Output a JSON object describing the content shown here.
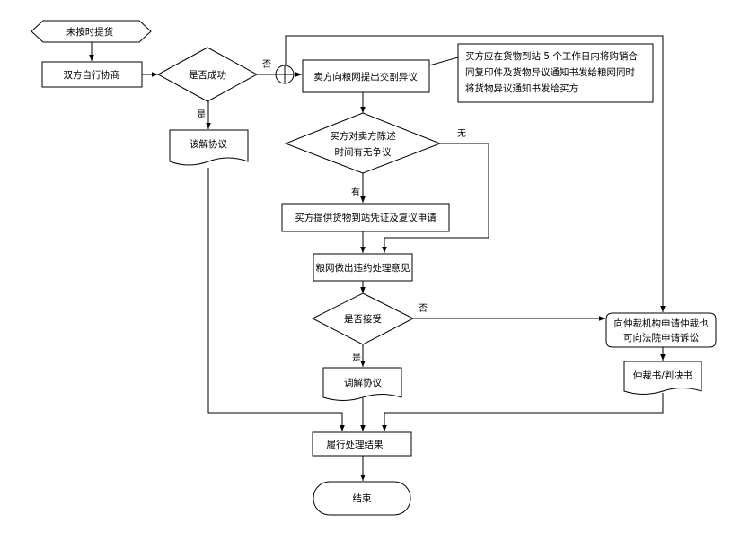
{
  "nodes": {
    "start": "未按时提货",
    "negotiate": "双方自行协商",
    "decision_success": "是否成功",
    "doc_dissolve": "该解协议",
    "buyer_dispute": "卖方向粮网提出交割异议",
    "note_lines": [
      "买方应在货物到站 5 个工作日内将购销合",
      "同复印件及货物异议通知书发给粮网同时",
      "将货物异议通知书发给买方"
    ],
    "decision_dispute_lines": [
      "买方对卖方陈述",
      "时间有无争议"
    ],
    "provide_docs": "买方提供货物到站凭证及复议申请",
    "handling": "粮网做出违约处理意见",
    "decision_accept": "是否接受",
    "arbitration_lines": [
      "向仲裁机构申请仲裁也",
      "可向法院申请诉讼"
    ],
    "doc_mediate": "调解协议",
    "doc_ruling": "仲裁书/判决书",
    "execute": "履行处理结果",
    "end": "结束"
  },
  "labels": {
    "no_1": "否",
    "yes_1": "是",
    "none": "无",
    "have": "有",
    "no_2": "否",
    "yes_2": "是"
  }
}
